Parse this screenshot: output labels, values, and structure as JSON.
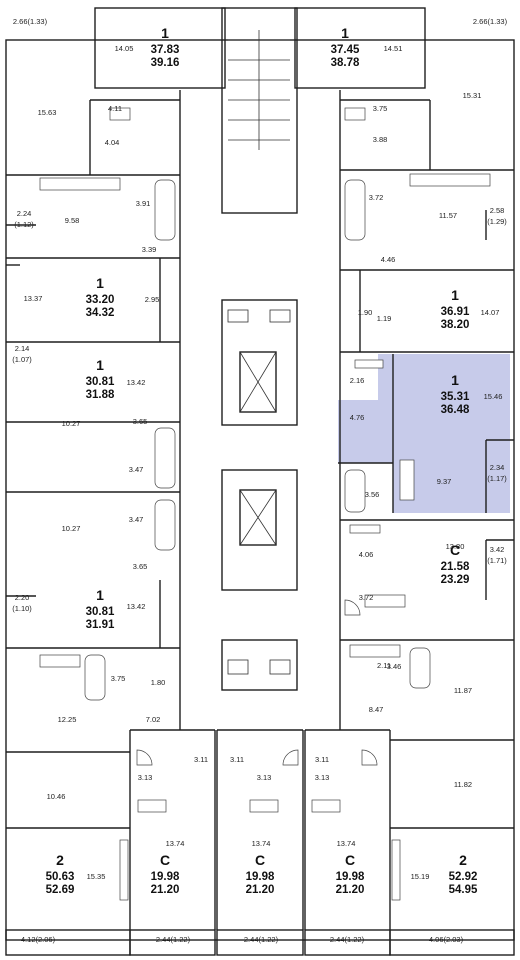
{
  "highlight_color": "#c7cbea",
  "units": [
    {
      "id": "u1",
      "type": "1",
      "total": "37.83",
      "total_b": "39.16"
    },
    {
      "id": "u2",
      "type": "1",
      "total": "37.45",
      "total_b": "38.78"
    },
    {
      "id": "u3",
      "type": "1",
      "total": "33.20",
      "total_b": "34.32"
    },
    {
      "id": "u4",
      "type": "1",
      "total": "36.91",
      "total_b": "38.20"
    },
    {
      "id": "u5",
      "type": "1",
      "total": "30.81",
      "total_b": "31.88"
    },
    {
      "id": "u6",
      "type": "1",
      "total": "35.31",
      "total_b": "36.48"
    },
    {
      "id": "u7",
      "type": "C",
      "total": "21.58",
      "total_b": "23.29"
    },
    {
      "id": "u8",
      "type": "1",
      "total": "30.81",
      "total_b": "31.91"
    },
    {
      "id": "u9",
      "type": "2",
      "total": "50.63",
      "total_b": "52.69"
    },
    {
      "id": "u10",
      "type": "C",
      "total": "19.98",
      "total_b": "21.20"
    },
    {
      "id": "u11",
      "type": "C",
      "total": "19.98",
      "total_b": "21.20"
    },
    {
      "id": "u12",
      "type": "C",
      "total": "19.98",
      "total_b": "21.20"
    },
    {
      "id": "u13",
      "type": "2",
      "total": "52.92",
      "total_b": "54.95"
    }
  ],
  "rooms": [
    "2.66(1.33)",
    "14.05",
    "2.66(1.33)",
    "14.51",
    "15.63",
    "4.11",
    "4.04",
    "3.75",
    "3.88",
    "15.31",
    "3.91",
    "9.58",
    "2.24",
    "(1.12)",
    "3.39",
    "3.72",
    "11.57",
    "2.58",
    "(1.29)",
    "4.46",
    "13.37",
    "2.95",
    "1.90",
    "1.19",
    "14.07",
    "2.14",
    "(1.07)",
    "13.42",
    "2.16",
    "15.46",
    "4.76",
    "3.65",
    "10.27",
    "3.47",
    "9.37",
    "3.56",
    "2.34",
    "(1.17)",
    "3.47",
    "10.27",
    "3.65",
    "13.80",
    "4.06",
    "3.42",
    "(1.71)",
    "2.20",
    "(1.10)",
    "13.42",
    "3.72",
    "3.75",
    "1.80",
    "2.11",
    "3.46",
    "12.25",
    "7.02",
    "8.47",
    "11.87",
    "3.11",
    "3.13",
    "3.11",
    "3.13",
    "3.11",
    "3.13",
    "10.46",
    "11.82",
    "13.74",
    "13.74",
    "13.74",
    "15.35",
    "15.19",
    "4.12(2.06)",
    "2.44(1.22)",
    "2.44(1.22)",
    "2.44(1.22)",
    "4.06(2.03)"
  ]
}
